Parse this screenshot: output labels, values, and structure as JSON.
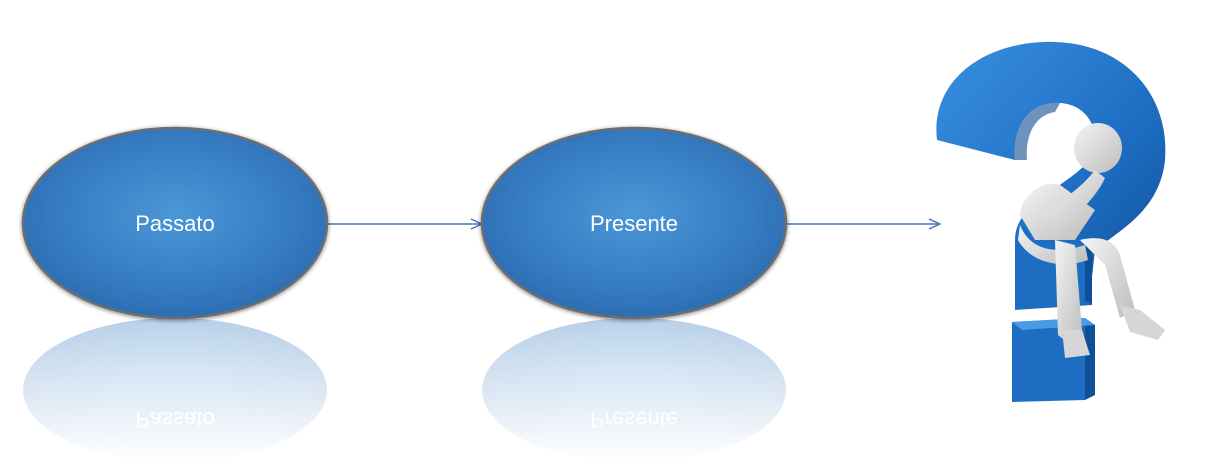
{
  "nodes": [
    {
      "id": "past",
      "label": "Passato"
    },
    {
      "id": "present",
      "label": "Presente"
    }
  ],
  "edges": [
    {
      "from": "past",
      "to": "present"
    },
    {
      "from": "present",
      "to": "future"
    }
  ],
  "future_graphic": {
    "icon": "question-mark-thinker-icon",
    "color": "#1f74c4"
  },
  "colors": {
    "node_fill_center": "#4a95d6",
    "node_fill_edge": "#2a6db5",
    "node_stroke": "#6b6b6b",
    "arrow": "#4a70b0"
  }
}
